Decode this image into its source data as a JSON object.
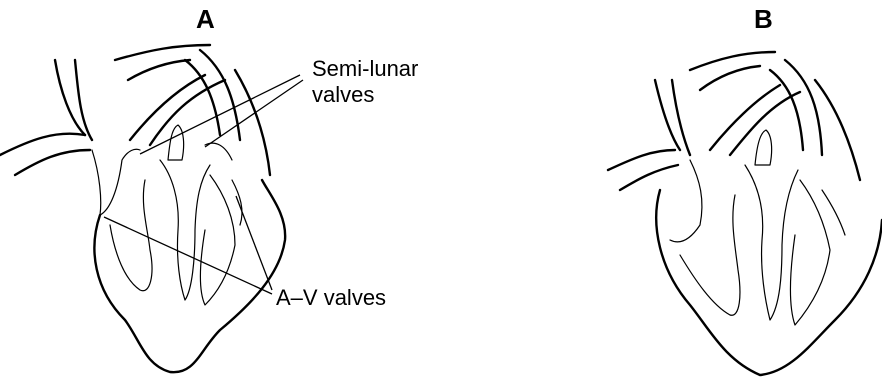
{
  "panels": {
    "a": {
      "title": "A"
    },
    "b": {
      "title": "B"
    }
  },
  "labels": {
    "semi_lunar_line1": "Semi-lunar",
    "semi_lunar_line2": "valves",
    "av_valves": "A–V valves"
  }
}
